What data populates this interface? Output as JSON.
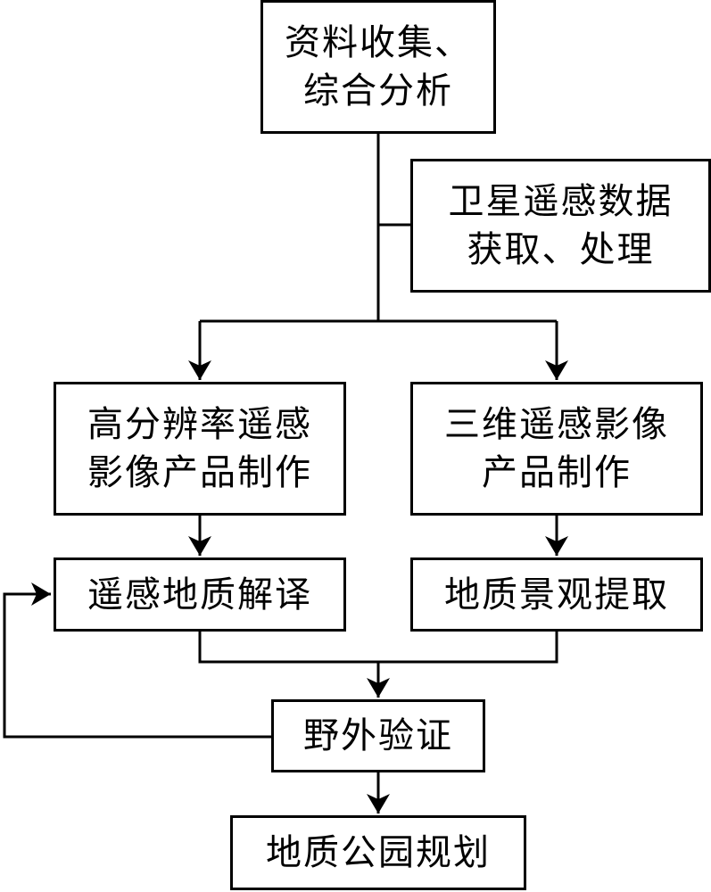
{
  "nodes": {
    "collect": {
      "line1": "资料收集、",
      "line2": "综合分析"
    },
    "satellite": {
      "line1": "卫星遥感数据",
      "line2": "获取、处理"
    },
    "highres": {
      "line1": "高分辨率遥感",
      "line2": "影像产品制作"
    },
    "threed": {
      "line1": "三维遥感影像",
      "line2": "产品制作"
    },
    "interpret": {
      "label": "遥感地质解译"
    },
    "landscape": {
      "label": "地质景观提取"
    },
    "field": {
      "label": "野外验证"
    },
    "plan": {
      "label": "地质公园规划"
    }
  },
  "colors": {
    "line": "#000000",
    "box_fill": "#ffffff",
    "text": "#000000"
  }
}
